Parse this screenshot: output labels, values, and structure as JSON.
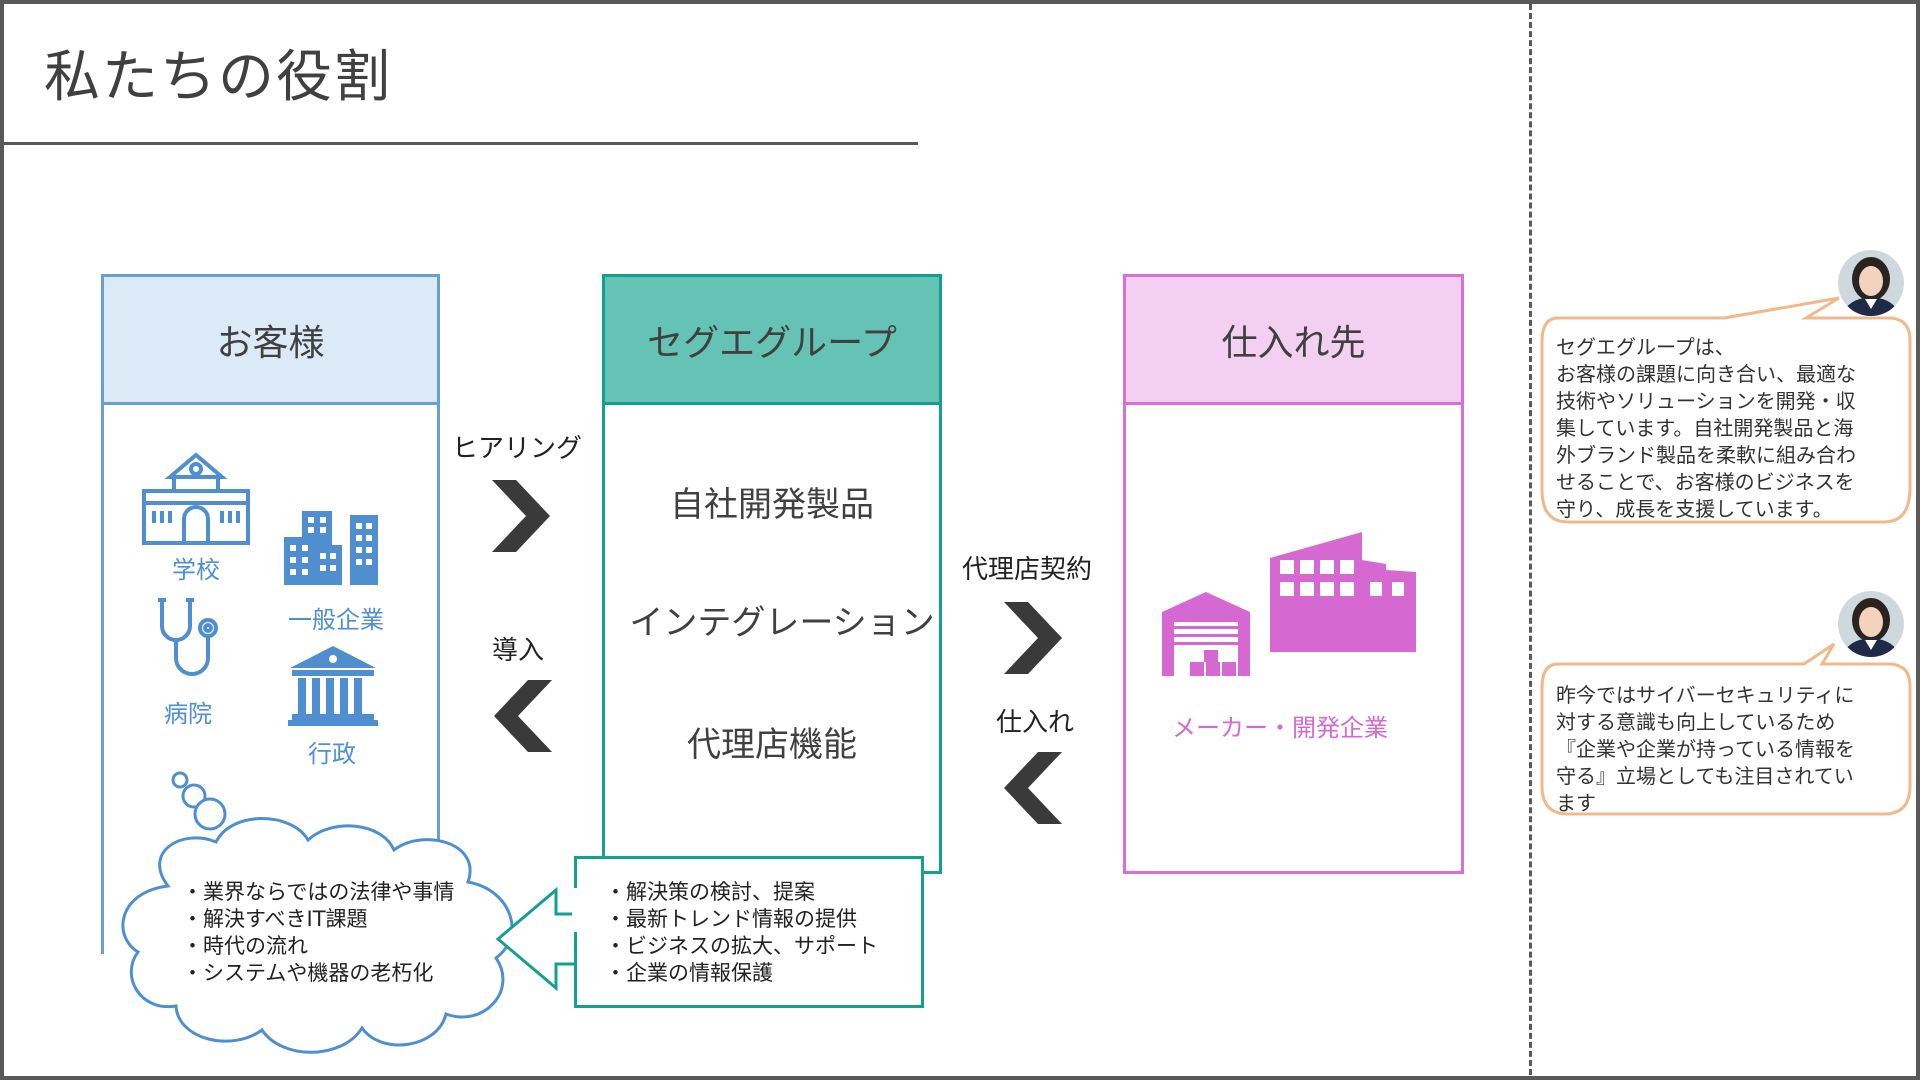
{
  "title": "私たちの役割",
  "customer": {
    "header": "お客様",
    "icons": [
      {
        "icon": "school-icon",
        "label": "学校"
      },
      {
        "icon": "office-buildings-icon",
        "label": "一般企業"
      },
      {
        "icon": "stethoscope-icon",
        "label": "病院"
      },
      {
        "icon": "government-building-icon",
        "label": "行政"
      }
    ],
    "needs": [
      "・業界ならではの法律や事情",
      "・解決すべきIT課題",
      "・時代の流れ",
      "・システムや機器の老朽化"
    ]
  },
  "segue": {
    "header": "セグエグループ",
    "items": [
      "自社開発製品",
      "インテグレーション",
      "代理店機能"
    ],
    "offerings": [
      "・解決策の検討、提案",
      "・最新トレンド情報の提供",
      "・ビジネスの拡大、サポート",
      "・企業の情報保護"
    ]
  },
  "supplier": {
    "header": "仕入れ先",
    "label": "メーカー・開発企業"
  },
  "arrows": {
    "hearing": "ヒアリング",
    "introduction": "導入",
    "agency_contract": "代理店契約",
    "purchase": "仕入れ"
  },
  "bubbles": [
    {
      "text": [
        "セグエグループは、",
        "お客様の課題に向き合い、最適な",
        "技術やソリューションを開発・収",
        "集しています。自社開発製品と海",
        "外ブランド製品を柔軟に組み合わ",
        "せることで、お客様のビジネスを",
        "守り、成長を支援しています。"
      ]
    },
    {
      "text": [
        "昨今ではサイバーセキュリティに",
        "対する意識も向上しているため",
        "『企業や企業が持っている情報を",
        "守る』立場としても注目されてい",
        "ます"
      ]
    }
  ],
  "colors": {
    "customer_accent": "#6a9fd4",
    "customer_icon": "#4f8fd0",
    "segue_accent": "#14a08e",
    "segue_fill": "#64c3b4",
    "supplier_accent": "#d86fd4",
    "supplier_icon": "#d568d1",
    "bubble_border": "#f0b98c"
  }
}
